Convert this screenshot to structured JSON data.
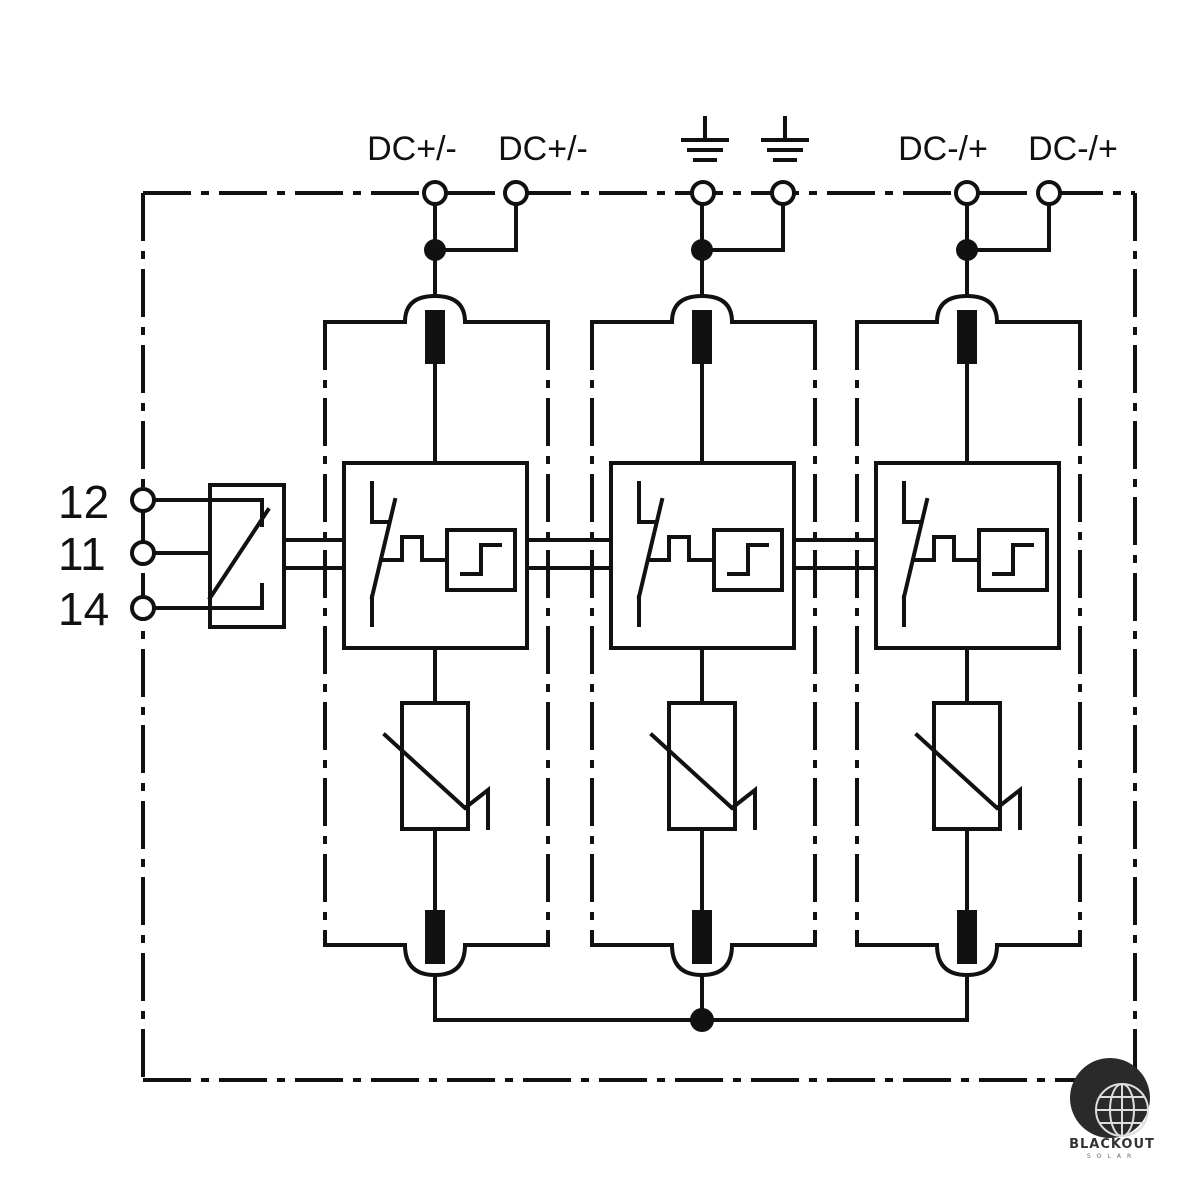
{
  "terminals": {
    "top_left_a": "DC+/-",
    "top_left_b": "DC+/-",
    "top_right_a": "DC-/+",
    "top_right_b": "DC-/+",
    "ground_a_icon": "ground-icon",
    "ground_b_icon": "ground-icon"
  },
  "contacts": {
    "pin_12": "12",
    "pin_11": "11",
    "pin_14": "14"
  },
  "watermark": {
    "brand": "BLACKOUT",
    "sub": "SOLAR"
  },
  "colors": {
    "line": "#111111",
    "background": "#ffffff"
  }
}
